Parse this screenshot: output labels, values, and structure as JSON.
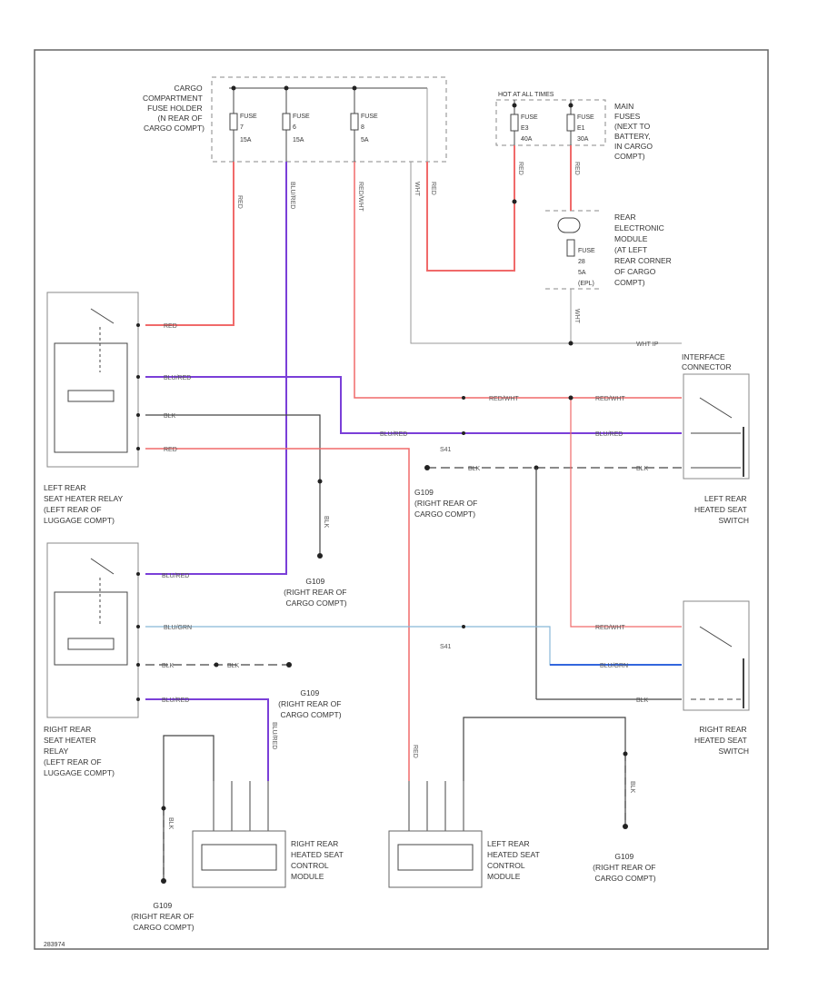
{
  "colors": {
    "red_wire": "#f06a6a",
    "violet_wire": "#7a3fd8",
    "blue_wire": "#3366dd",
    "lightblue_wire": "#88b8d8",
    "black_wire": "#444444",
    "white_wire": "#999999",
    "frame": "#666666"
  },
  "fuse_holder": {
    "lines": [
      "CARGO",
      "COMPARTMENT",
      "FUSE HOLDER",
      "(N REAR OF",
      "CARGO COMPT)"
    ],
    "fuses": [
      {
        "name": "FUSE",
        "num": "7",
        "amp": "15A"
      },
      {
        "name": "FUSE",
        "num": "6",
        "amp": "15A"
      },
      {
        "name": "FUSE",
        "num": "8",
        "amp": "5A"
      }
    ]
  },
  "main_fuses": {
    "header": "HOT AT ALL TIMES",
    "fuses": [
      {
        "name": "FUSE",
        "num": "E3",
        "amp": "40A"
      },
      {
        "name": "FUSE",
        "num": "E1",
        "amp": "30A"
      }
    ],
    "lines": [
      "MAIN",
      "FUSES",
      "(NEXT TO",
      "BATTERY,",
      "IN CARGO",
      "COMPT)"
    ]
  },
  "rear_module": {
    "lines": [
      "REAR",
      "ELECTRONIC",
      "MODULE",
      "(AT LEFT",
      "REAR CORNER",
      "OF CARGO",
      "COMPT)"
    ],
    "fuse": {
      "name": "FUSE",
      "num": "28",
      "amp": "5A"
    },
    "fuse_sub": "(EPL)"
  },
  "wires": {
    "red": "RED",
    "blu_red": "BLU/RED",
    "red_wht": "RED/WHT",
    "wht": "WHT",
    "blk": "BLK",
    "blu_grn": "BLU/GRN",
    "wht_lower": "WHT",
    "wht_hot": "WHT IP"
  },
  "interface": {
    "lines": [
      "INTERFACE",
      "CONNECTOR"
    ]
  },
  "left_relay": {
    "lines": [
      "LEFT REAR",
      "SEAT HEATER RELAY",
      "(LEFT REAR OF",
      "LUGGAGE COMPT)"
    ]
  },
  "right_relay": {
    "lines": [
      "RIGHT REAR",
      "SEAT HEATER",
      "RELAY",
      "(LEFT REAR OF",
      "LUGGAGE COMPT)"
    ]
  },
  "left_switch": {
    "lines": [
      "LEFT REAR",
      "HEATED SEAT",
      "SWITCH"
    ]
  },
  "right_switch": {
    "lines": [
      "RIGHT REAR",
      "HEATED SEAT",
      "SWITCH"
    ]
  },
  "grounds": {
    "g1": {
      "id": "G109",
      "lines": [
        "(RIGHT REAR OF",
        "CARGO COMPT)"
      ]
    },
    "g2": {
      "id": "G109",
      "lines": [
        "(RIGHT REAR OF",
        "CARGO COMPT)"
      ]
    },
    "g3": {
      "id": "G109",
      "lines": [
        "(RIGHT REAR OF",
        "CARGO COMPT)"
      ]
    },
    "g4": {
      "id": "G109",
      "lines": [
        "(RIGHT REAR OF",
        "CARGO COMPT)"
      ]
    },
    "g5": {
      "id": "G109",
      "lines": [
        "(RIGHT REAR OF",
        "CARGO COMPT)"
      ]
    }
  },
  "splices": {
    "s1": "S41",
    "s2": "S41"
  },
  "right_module": {
    "lines": [
      "RIGHT REAR",
      "HEATED SEAT",
      "CONTROL",
      "MODULE"
    ]
  },
  "left_module": {
    "lines": [
      "LEFT REAR",
      "HEATED SEAT",
      "CONTROL",
      "MODULE"
    ]
  },
  "figure_code": "283974"
}
